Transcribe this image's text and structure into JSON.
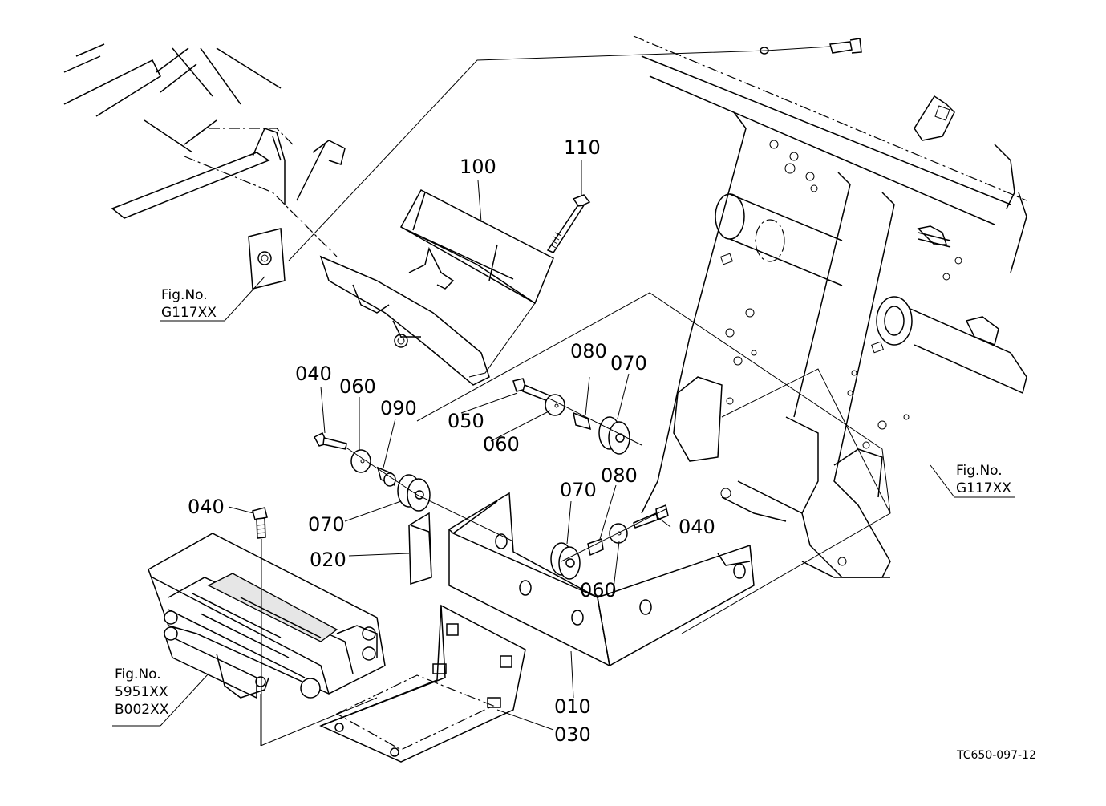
{
  "diagram": {
    "type": "exploded-parts-diagram",
    "drawing_code": "TC650-097-12",
    "part_labels": [
      {
        "id": "p100",
        "text": "100"
      },
      {
        "id": "p110",
        "text": "110"
      },
      {
        "id": "p040a",
        "text": "040"
      },
      {
        "id": "p060a",
        "text": "060"
      },
      {
        "id": "p090",
        "text": "090"
      },
      {
        "id": "p070a",
        "text": "070"
      },
      {
        "id": "p050",
        "text": "050"
      },
      {
        "id": "p060b",
        "text": "060"
      },
      {
        "id": "p080a",
        "text": "080"
      },
      {
        "id": "p070b",
        "text": "070"
      },
      {
        "id": "p070c",
        "text": "070"
      },
      {
        "id": "p080b",
        "text": "080"
      },
      {
        "id": "p040b",
        "text": "040"
      },
      {
        "id": "p060c",
        "text": "060"
      },
      {
        "id": "p040c",
        "text": "040"
      },
      {
        "id": "p020",
        "text": "020"
      },
      {
        "id": "p010",
        "text": "010"
      },
      {
        "id": "p030",
        "text": "030"
      }
    ],
    "figure_refs": [
      {
        "id": "ref-left",
        "title": "Fig.No.",
        "lines": [
          "G117XX"
        ]
      },
      {
        "id": "ref-right",
        "title": "Fig.No.",
        "lines": [
          "G117XX"
        ]
      },
      {
        "id": "ref-bottom",
        "title": "Fig.No.",
        "lines": [
          "5951XX",
          "B002XX"
        ]
      }
    ]
  }
}
